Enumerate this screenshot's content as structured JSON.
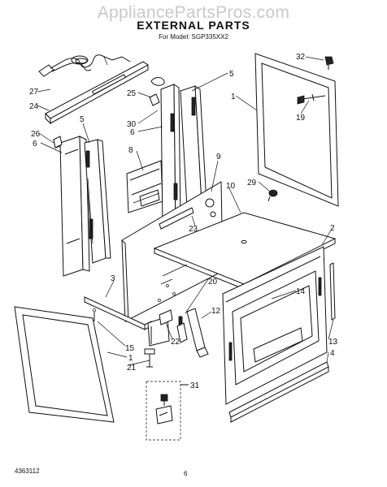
{
  "watermark": "AppliancePartsPros.com",
  "title": "EXTERNAL PARTS",
  "subtitle": "For Model: SGP335XX2",
  "footer_code": "4363112",
  "page_number": "6",
  "callouts": {
    "c1a": "1",
    "c1b": "1",
    "c2": "2",
    "c3": "3",
    "c4": "4",
    "c5a": "5",
    "c5b": "5",
    "c6a": "6",
    "c6b": "6",
    "c8": "8",
    "c9": "9",
    "c10": "10",
    "c12": "12",
    "c13": "13",
    "c14": "14",
    "c15": "15",
    "c19": "19",
    "c20": "20",
    "c21": "21",
    "c22": "22",
    "c23": "23",
    "c24": "24",
    "c25": "25",
    "c26": "26",
    "c27": "27",
    "c29": "29",
    "c30": "30",
    "c31": "31",
    "c32": "32"
  }
}
